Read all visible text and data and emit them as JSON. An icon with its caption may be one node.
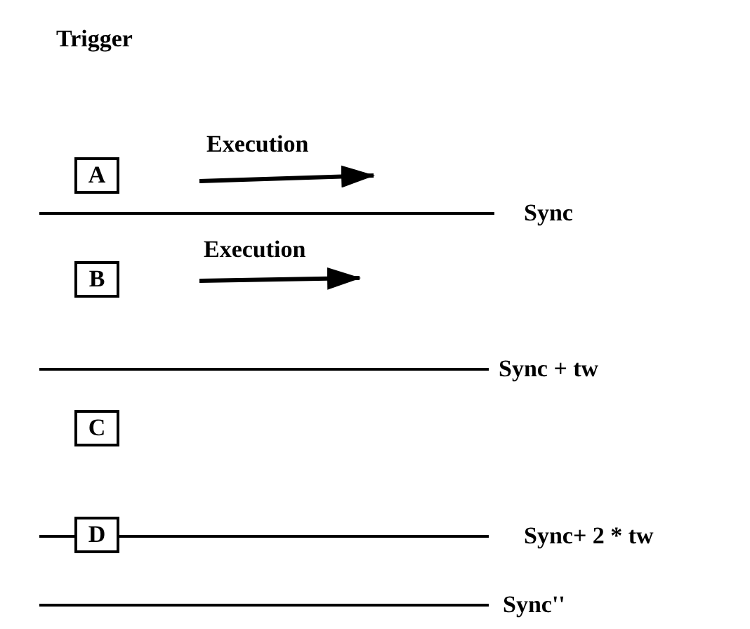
{
  "diagram": {
    "nodes": [
      {
        "text": [
          "A"
        ]
      },
      {
        "text": [
          "B"
        ]
      },
      {
        "text": [
          "C"
        ]
      },
      {
        "text": [
          "D"
        ]
      }
    ],
    "edges": [],
    "labels": [
      "Trigger",
      "Execution",
      "Sync",
      "Execution",
      "Sync + tw",
      "Sync+ 2 * tw",
      "Sync''"
    ]
  }
}
